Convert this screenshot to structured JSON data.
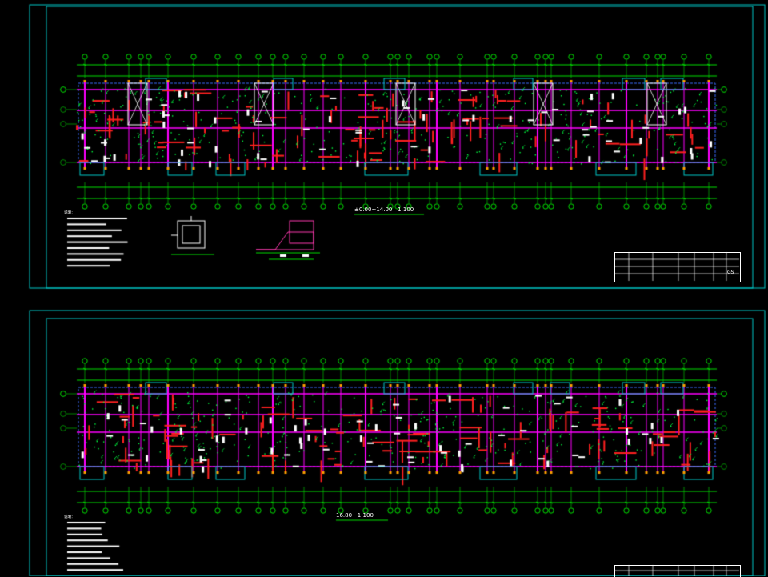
{
  "colors": {
    "background": "#000000",
    "frame": "#00c8c8",
    "grid": "#00e000",
    "wall": "#ff00ff",
    "beam": "#ff2020",
    "rebar_label": "#00ff40",
    "text": "#ffffff",
    "bay": "#3c6cff"
  },
  "sheets": [
    {
      "id": "upper",
      "plan_title": "±0.00~14.00",
      "plan_title_suffix": "1:100",
      "notes_heading": "说明：",
      "detail_1_caption": "",
      "detail_2_caption": ""
    },
    {
      "id": "lower",
      "plan_title": "16.80",
      "plan_title_suffix": "1:100",
      "notes_heading": "说明：",
      "detail_1_caption": "",
      "detail_2_caption": ""
    }
  ],
  "title_block": {
    "drawing_no": "GS"
  }
}
